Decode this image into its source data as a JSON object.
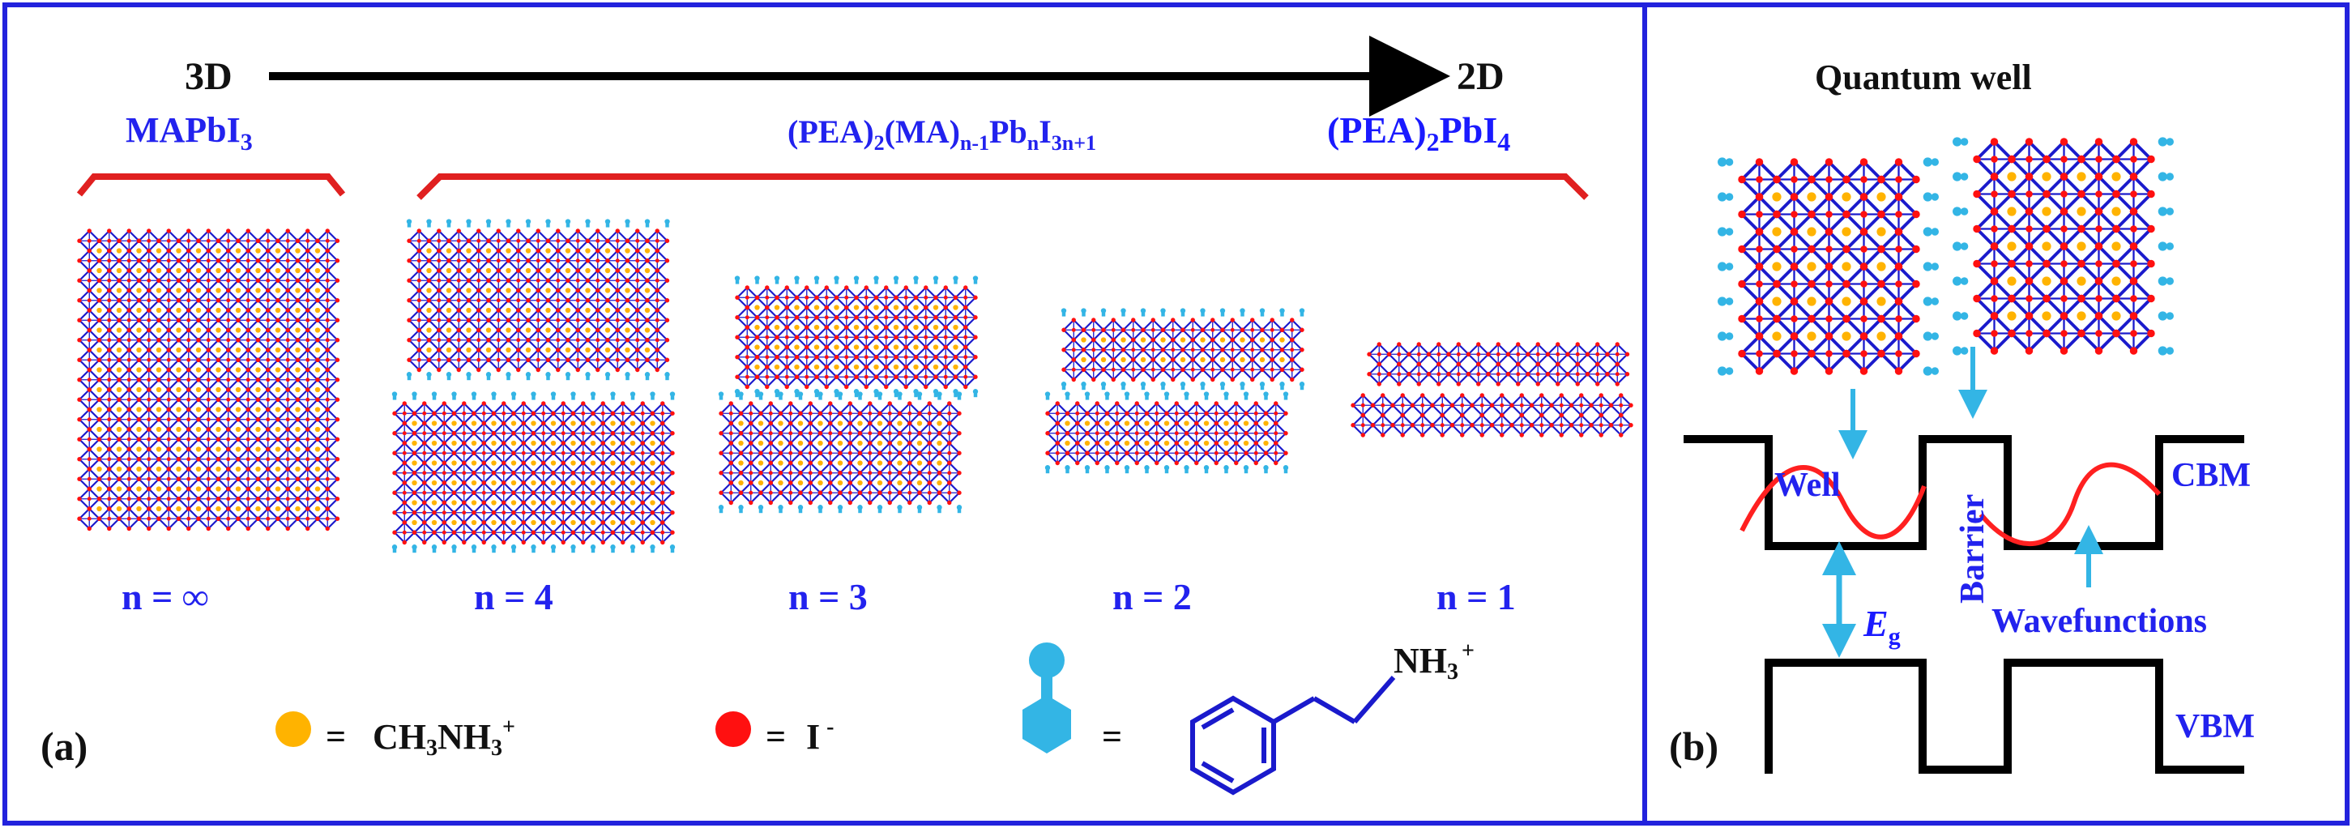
{
  "panel_a": {
    "tag": "(a)",
    "arrow_start": "3D",
    "arrow_end": "2D",
    "label_3d_compound": "MAPbI",
    "label_3d_sub": "3",
    "label_series": {
      "p1": "(PEA)",
      "s1": "2",
      "p2": "(MA)",
      "s2": "n-1",
      "p3": "Pb",
      "s3": "n",
      "p4": "I",
      "s4": "3n+1"
    },
    "label_2d_compound": {
      "p1": "(PEA)",
      "s1": "2",
      "p2": "PbI",
      "s2": "4"
    },
    "n_labels": [
      "n = ∞",
      "n = 4",
      "n = 3",
      "n = 2",
      "n = 1"
    ],
    "legend": {
      "ma_eq": "=",
      "ma_text": "CH",
      "ma_sub1": "3",
      "ma_mid": "NH",
      "ma_sub2": "3",
      "ma_sup": "+",
      "iodide_eq": "=",
      "iodide_text": "I",
      "iodide_sup": "-",
      "pea_eq": "=",
      "pea_amine": "NH",
      "pea_sub": "3",
      "pea_sup": "+"
    }
  },
  "panel_b": {
    "tag": "(b)",
    "title": "Quantum well",
    "well": "Well",
    "barrier": "Barrier",
    "cbm": "CBM",
    "vbm": "VBM",
    "eg_main": "E",
    "eg_sub": "g",
    "wavefunctions": "Wavefunctions"
  },
  "colors": {
    "frame": "#2222dd",
    "octahedron": "#1a1acc",
    "iodide": "#ff1010",
    "ma_cation": "#ffb300",
    "pea": "#33b5e5",
    "bracket": "#e02020",
    "arrow": "#000000",
    "band": "#000000",
    "wave": "#ff2020"
  }
}
